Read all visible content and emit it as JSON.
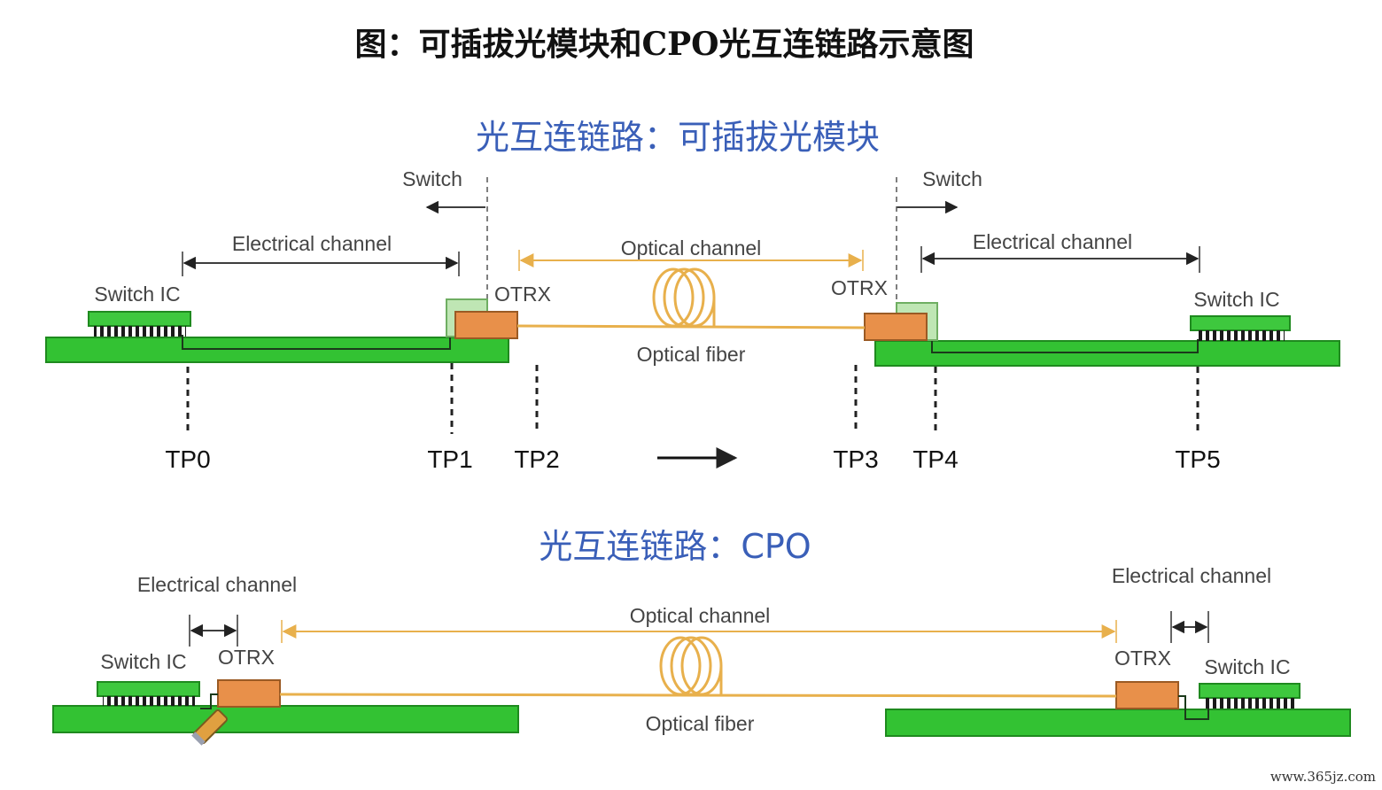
{
  "title": "图：可插拔光模块和CPO光互连链路示意图",
  "panel_top": {
    "subtitle": "光互连链路：可插拔光模块",
    "switch_left": "Switch",
    "switch_right": "Switch",
    "electrical_left": "Electrical channel",
    "electrical_right": "Electrical channel",
    "optical_channel": "Optical channel",
    "optical_fiber": "Optical fiber",
    "switch_ic_left": "Switch IC",
    "switch_ic_right": "Switch IC",
    "otrx_left": "OTRX",
    "otrx_right": "OTRX",
    "test_points": [
      "TP0",
      "TP1",
      "TP2",
      "TP3",
      "TP4",
      "TP5"
    ]
  },
  "panel_bottom": {
    "subtitle": "光互连链路：CPO",
    "electrical_left": "Electrical channel",
    "electrical_right": "Electrical channel",
    "optical_channel": "Optical channel",
    "optical_fiber": "Optical fiber",
    "switch_ic_left": "Switch IC",
    "switch_ic_right": "Switch IC",
    "otrx_left": "OTRX",
    "otrx_right": "OTRX"
  },
  "watermark": "www.365jz.com",
  "colors": {
    "board": "#33c233",
    "otrx": "#e8904a",
    "fiber": "#e8b04c",
    "subtitle": "#3a5fb8"
  }
}
